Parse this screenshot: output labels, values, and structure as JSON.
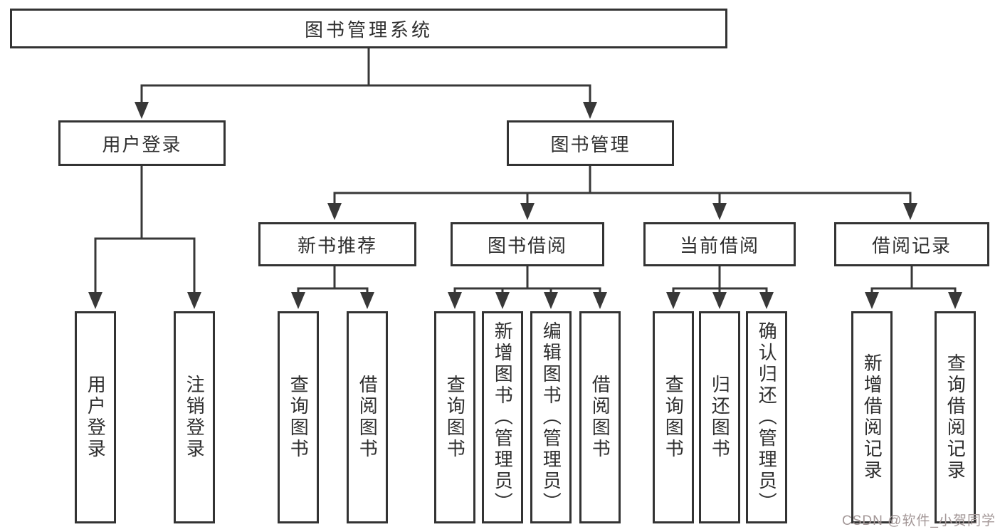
{
  "diagram_title": "图书管理系统",
  "tree": {
    "root": {
      "label": "图书管理系统",
      "children": [
        {
          "label": "用户登录",
          "children": [
            {
              "label": "用户登录"
            },
            {
              "label": "注销登录"
            }
          ]
        },
        {
          "label": "图书管理",
          "children": [
            {
              "label": "新书推荐",
              "children": [
                {
                  "label": "查询图书"
                },
                {
                  "label": "借阅图书"
                }
              ]
            },
            {
              "label": "图书借阅",
              "children": [
                {
                  "label": "查询图书"
                },
                {
                  "label": "新增图书（管理员）"
                },
                {
                  "label": "编辑图书（管理员）"
                },
                {
                  "label": "借阅图书"
                }
              ]
            },
            {
              "label": "当前借阅",
              "children": [
                {
                  "label": "查询图书"
                },
                {
                  "label": "归还图书"
                },
                {
                  "label": "确认归还（管理员）"
                }
              ]
            },
            {
              "label": "借阅记录",
              "children": [
                {
                  "label": "新增借阅记录"
                },
                {
                  "label": "查询借阅记录"
                }
              ]
            }
          ]
        }
      ]
    }
  },
  "watermark": {
    "text": "CSDN @软件_小贺同学"
  },
  "colors": {
    "line": "#383838",
    "box_border": "#333333",
    "box_fill": "#ffffff",
    "text": "#2f2f2f",
    "background": "#ffffff",
    "watermark": "#a39797"
  }
}
